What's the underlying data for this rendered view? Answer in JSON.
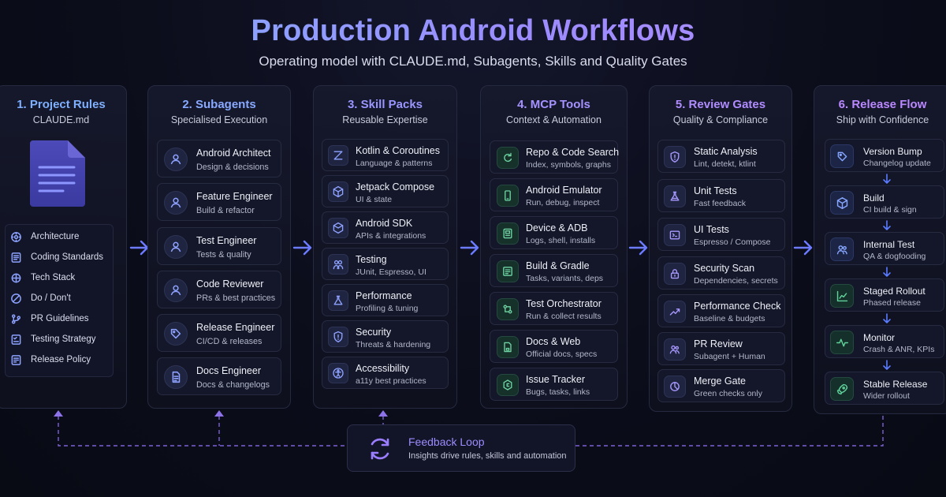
{
  "header": {
    "title": "Production Android Workflows",
    "subtitle": "Operating model with CLAUDE.md, Subagents, Skills and Quality Gates"
  },
  "columns": [
    {
      "title": "1. Project Rules",
      "subtitle": "CLAUDE.md",
      "doc_icon": "document-icon",
      "items": [
        {
          "label": "Architecture",
          "icon": "architecture-icon"
        },
        {
          "label": "Coding Standards",
          "icon": "list-icon"
        },
        {
          "label": "Tech Stack",
          "icon": "stack-icon"
        },
        {
          "label": "Do / Don't",
          "icon": "ban-icon"
        },
        {
          "label": "PR Guidelines",
          "icon": "branch-icon"
        },
        {
          "label": "Testing Strategy",
          "icon": "checklist-icon"
        },
        {
          "label": "Release Policy",
          "icon": "policy-icon"
        }
      ]
    },
    {
      "title": "2. Subagents",
      "subtitle": "Specialised Execution",
      "items": [
        {
          "name": "Android Architect",
          "desc": "Design & decisions",
          "icon": "person-icon"
        },
        {
          "name": "Feature Engineer",
          "desc": "Build & refactor",
          "icon": "person-icon"
        },
        {
          "name": "Test Engineer",
          "desc": "Tests & quality",
          "icon": "person-icon"
        },
        {
          "name": "Code Reviewer",
          "desc": "PRs & best practices",
          "icon": "person-icon"
        },
        {
          "name": "Release Engineer",
          "desc": "CI/CD & releases",
          "icon": "tag-icon"
        },
        {
          "name": "Docs Engineer",
          "desc": "Docs & changelogs",
          "icon": "doc-icon"
        }
      ]
    },
    {
      "title": "3. Skill Packs",
      "subtitle": "Reusable Expertise",
      "items": [
        {
          "name": "Kotlin & Coroutines",
          "desc": "Language & patterns",
          "icon": "kotlin-icon"
        },
        {
          "name": "Jetpack Compose",
          "desc": "UI & state",
          "icon": "cube-icon"
        },
        {
          "name": "Android SDK",
          "desc": "APIs & integrations",
          "icon": "box-icon"
        },
        {
          "name": "Testing",
          "desc": "JUnit, Espresso, UI",
          "icon": "bug-icon"
        },
        {
          "name": "Performance",
          "desc": "Profiling & tuning",
          "icon": "flask-icon"
        },
        {
          "name": "Security",
          "desc": "Threats & hardening",
          "icon": "shield-icon"
        },
        {
          "name": "Accessibility",
          "desc": "a11y best practices",
          "icon": "accessibility-icon"
        }
      ]
    },
    {
      "title": "4. MCP Tools",
      "subtitle": "Context & Automation",
      "items": [
        {
          "name": "Repo & Code Search",
          "desc": "Index, symbols, graphs",
          "icon": "refresh-icon"
        },
        {
          "name": "Android Emulator",
          "desc": "Run, debug, inspect",
          "icon": "phone-icon"
        },
        {
          "name": "Device & ADB",
          "desc": "Logs, shell, installs",
          "icon": "device-icon"
        },
        {
          "name": "Build & Gradle",
          "desc": "Tasks, variants, deps",
          "icon": "gradle-icon"
        },
        {
          "name": "Test Orchestrator",
          "desc": "Run & collect results",
          "icon": "orchestrator-icon"
        },
        {
          "name": "Docs & Web",
          "desc": "Official docs, specs",
          "icon": "web-doc-icon"
        },
        {
          "name": "Issue Tracker",
          "desc": "Bugs, tasks, links",
          "icon": "issue-icon"
        }
      ]
    },
    {
      "title": "5. Review Gates",
      "subtitle": "Quality & Compliance",
      "items": [
        {
          "name": "Static Analysis",
          "desc": "Lint, detekt, ktlint",
          "icon": "shield-alert-icon"
        },
        {
          "name": "Unit Tests",
          "desc": "Fast feedback",
          "icon": "flask-icon"
        },
        {
          "name": "UI Tests",
          "desc": "Espresso / Compose",
          "icon": "screen-icon"
        },
        {
          "name": "Security Scan",
          "desc": "Dependencies, secrets",
          "icon": "lock-icon"
        },
        {
          "name": "Performance Check",
          "desc": "Baseline & budgets",
          "icon": "trend-icon"
        },
        {
          "name": "PR Review",
          "desc": "Subagent + Human",
          "icon": "users-icon"
        },
        {
          "name": "Merge Gate",
          "desc": "Green checks only",
          "icon": "pie-icon"
        }
      ]
    },
    {
      "title": "6. Release Flow",
      "subtitle": "Ship with Confidence",
      "items": [
        {
          "name": "Version Bump",
          "desc": "Changelog update",
          "icon": "tag-icon",
          "tone": "blue"
        },
        {
          "name": "Build",
          "desc": "CI build & sign",
          "icon": "cube-icon",
          "tone": "blue"
        },
        {
          "name": "Internal Test",
          "desc": "QA & dogfooding",
          "icon": "users-icon",
          "tone": "blue"
        },
        {
          "name": "Staged Rollout",
          "desc": "Phased release",
          "icon": "chart-icon",
          "tone": "green"
        },
        {
          "name": "Monitor",
          "desc": "Crash & ANR, KPIs",
          "icon": "pulse-icon",
          "tone": "green"
        },
        {
          "name": "Stable Release",
          "desc": "Wider rollout",
          "icon": "rocket-icon",
          "tone": "green"
        }
      ]
    }
  ],
  "feedback": {
    "title": "Feedback Loop",
    "subtitle": "Insights drive rules, skills and automation",
    "icon": "loop-icon"
  },
  "colors": {
    "accent": "#6c7bff",
    "loop": "#9b7dff",
    "tool_green": "#6ed3a3"
  }
}
